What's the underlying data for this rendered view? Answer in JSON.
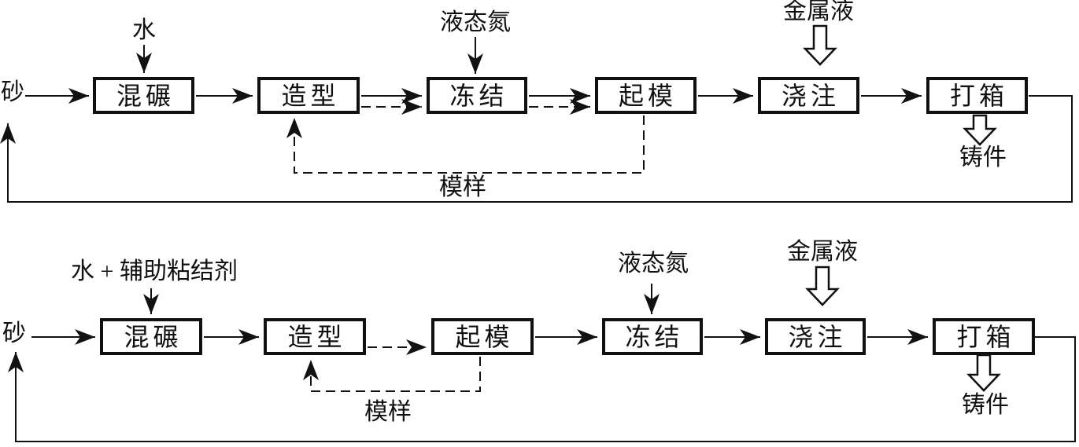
{
  "diagram": {
    "description": "frozen sand casting process flowcharts",
    "top_chart": {
      "boxes": [
        {
          "label": "混碾"
        },
        {
          "label": "造型"
        },
        {
          "label": "冻结"
        },
        {
          "label": "起模"
        },
        {
          "label": "浇注"
        },
        {
          "label": "打箱"
        }
      ],
      "labels": {
        "sand": "砂",
        "water": "水",
        "liquid_nitrogen": "液态氮",
        "metal_liquid": "金属液",
        "pattern": "模样",
        "casting": "铸件"
      }
    },
    "bottom_chart": {
      "boxes": [
        {
          "label": "混碾"
        },
        {
          "label": "造型"
        },
        {
          "label": "起模"
        },
        {
          "label": "冻结"
        },
        {
          "label": "浇注"
        },
        {
          "label": "打箱"
        }
      ],
      "labels": {
        "sand": "砂",
        "water_binder": "水 + 辅助粘结剂",
        "liquid_nitrogen": "液态氮",
        "metal_liquid": "金属液",
        "pattern": "模样",
        "casting": "铸件"
      }
    },
    "colors": {
      "line": "#111111",
      "background": "#ffffff"
    }
  }
}
